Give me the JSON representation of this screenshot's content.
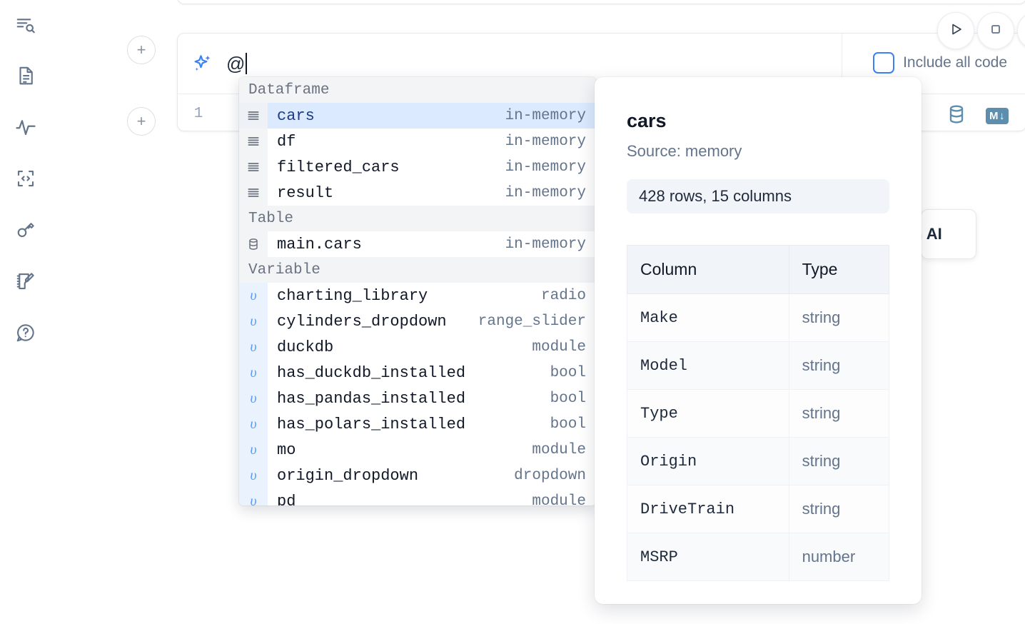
{
  "sidebar": {
    "items": [
      {
        "name": "explore-icon",
        "label": "Explore"
      },
      {
        "name": "file-text-icon",
        "label": "Notebook file"
      },
      {
        "name": "activity-icon",
        "label": "Activity"
      },
      {
        "name": "code-snippet-icon",
        "label": "Snippets"
      },
      {
        "name": "key-icon",
        "label": "Secrets"
      },
      {
        "name": "scratchpad-icon",
        "label": "Scratchpad"
      },
      {
        "name": "help-chat-icon",
        "label": "Help"
      }
    ]
  },
  "toolbar": {
    "add_cell_label": "+",
    "run_label": "Run",
    "stop_label": "Stop"
  },
  "ai_prompt": {
    "value": "@",
    "icon": "sparkles-icon",
    "include_all_code_label": "Include all code",
    "include_all_code_checked": false,
    "accent_color": "#3b82f6"
  },
  "code_cell": {
    "line_number": "1",
    "database_icon": "database-icon",
    "markdown_badge": "M",
    "markdown_arrow": "↓"
  },
  "ai_card": {
    "label": "h AI"
  },
  "autocomplete": {
    "sections": [
      {
        "title": "Dataframe",
        "items": [
          {
            "icon": "dataframe-icon",
            "name": "cars",
            "type": "in-memory",
            "selected": true
          },
          {
            "icon": "dataframe-icon",
            "name": "df",
            "type": "in-memory",
            "selected": false
          },
          {
            "icon": "dataframe-icon",
            "name": "filtered_cars",
            "type": "in-memory",
            "selected": false
          },
          {
            "icon": "dataframe-icon",
            "name": "result",
            "type": "in-memory",
            "selected": false
          }
        ]
      },
      {
        "title": "Table",
        "items": [
          {
            "icon": "table-icon",
            "name": "main.cars",
            "type": "in-memory",
            "selected": false
          }
        ]
      },
      {
        "title": "Variable",
        "items": [
          {
            "icon": "variable-icon",
            "name": "charting_library",
            "type": "radio",
            "selected": false
          },
          {
            "icon": "variable-icon",
            "name": "cylinders_dropdown",
            "type": "range_slider",
            "selected": false
          },
          {
            "icon": "variable-icon",
            "name": "duckdb",
            "type": "module",
            "selected": false
          },
          {
            "icon": "variable-icon",
            "name": "has_duckdb_installed",
            "type": "bool",
            "selected": false
          },
          {
            "icon": "variable-icon",
            "name": "has_pandas_installed",
            "type": "bool",
            "selected": false
          },
          {
            "icon": "variable-icon",
            "name": "has_polars_installed",
            "type": "bool",
            "selected": false
          },
          {
            "icon": "variable-icon",
            "name": "mo",
            "type": "module",
            "selected": false
          },
          {
            "icon": "variable-icon",
            "name": "origin_dropdown",
            "type": "dropdown",
            "selected": false
          },
          {
            "icon": "variable-icon",
            "name": "pd",
            "type": "module",
            "selected": false
          }
        ]
      }
    ]
  },
  "detail_panel": {
    "title": "cars",
    "source": "Source: memory",
    "stats": "428 rows, 15 columns",
    "columns_header": "Column",
    "type_header": "Type",
    "rows": [
      {
        "column": "Make",
        "type": "string"
      },
      {
        "column": "Model",
        "type": "string"
      },
      {
        "column": "Type",
        "type": "string"
      },
      {
        "column": "Origin",
        "type": "string"
      },
      {
        "column": "DriveTrain",
        "type": "string"
      },
      {
        "column": "MSRP",
        "type": "number"
      }
    ]
  }
}
